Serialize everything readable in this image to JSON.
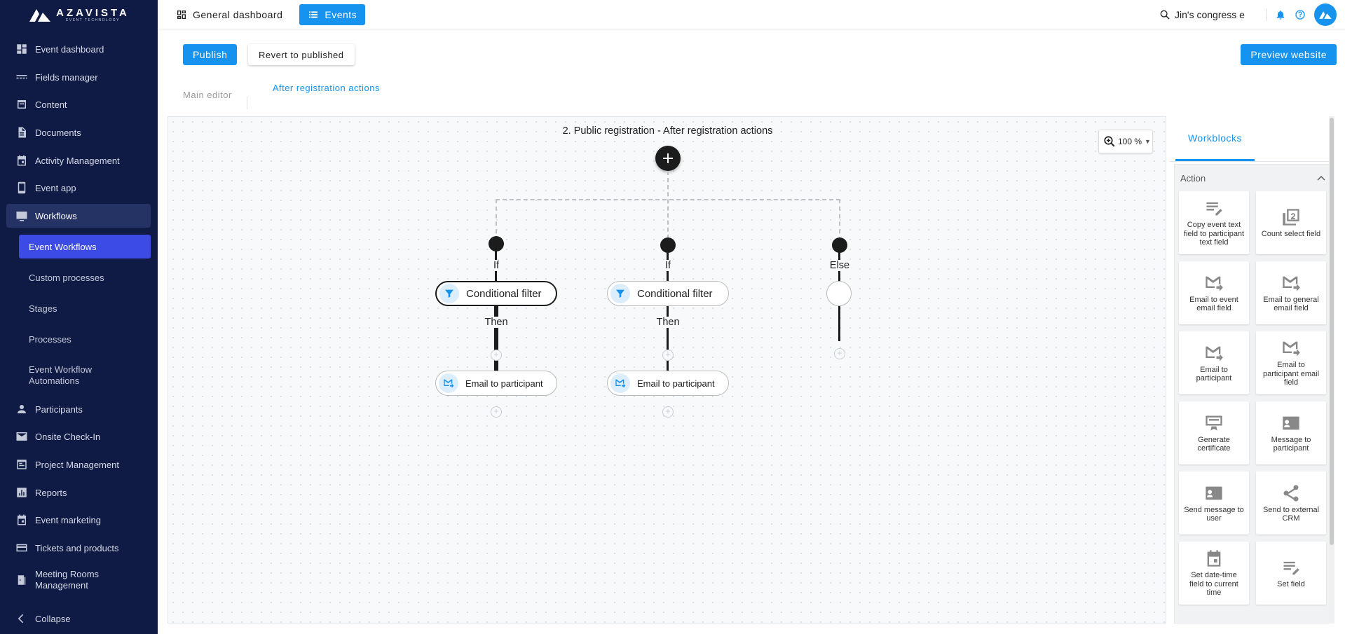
{
  "brand": {
    "name": "AZAVISTA",
    "tagline": "EVENT TECHNOLOGY"
  },
  "sidebar": {
    "items": [
      {
        "label": "Event dashboard",
        "icon": "dashboard-icon"
      },
      {
        "label": "Fields manager",
        "icon": "fields-icon"
      },
      {
        "label": "Content",
        "icon": "content-icon"
      },
      {
        "label": "Documents",
        "icon": "document-icon"
      },
      {
        "label": "Activity Management",
        "icon": "calendar-icon"
      },
      {
        "label": "Event app",
        "icon": "phone-icon"
      },
      {
        "label": "Workflows",
        "icon": "workflow-icon"
      },
      {
        "label": "Participants",
        "icon": "person-icon"
      },
      {
        "label": "Onsite Check-In",
        "icon": "mail-icon"
      },
      {
        "label": "Project Management",
        "icon": "project-icon"
      },
      {
        "label": "Reports",
        "icon": "chart-icon"
      },
      {
        "label": "Event marketing",
        "icon": "calendar-icon"
      },
      {
        "label": "Tickets and products",
        "icon": "ticket-icon"
      },
      {
        "label": "Meeting Rooms Management",
        "icon": "room-icon"
      }
    ],
    "sub_items": [
      {
        "label": "Event Workflows"
      },
      {
        "label": "Custom processes"
      },
      {
        "label": "Stages"
      },
      {
        "label": "Processes"
      },
      {
        "label": "Event Workflow Automations"
      }
    ],
    "collapse_label": "Collapse"
  },
  "topbar": {
    "general_dashboard": "General dashboard",
    "events": "Events",
    "search_value": "Jin's congress e"
  },
  "actions": {
    "publish": "Publish",
    "revert": "Revert to published",
    "preview": "Preview website"
  },
  "tabs": {
    "main": "Main editor",
    "after": "After registration actions"
  },
  "canvas": {
    "title": "2. Public registration - After registration actions",
    "zoom": "100 %",
    "branches": [
      {
        "condition_label": "If",
        "node": "Conditional filter",
        "then_label": "Then",
        "action": "Email to participant"
      },
      {
        "condition_label": "If",
        "node": "Conditional filter",
        "then_label": "Then",
        "action": "Email to participant"
      },
      {
        "condition_label": "Else"
      }
    ]
  },
  "panel": {
    "tab": "Workblocks",
    "section": "Action",
    "blocks": [
      {
        "label": "Copy event text field to participant text field",
        "icon": "copy-text-icon"
      },
      {
        "label": "Count select field",
        "icon": "count-icon"
      },
      {
        "label": "Email to event email field",
        "icon": "email-forward-icon"
      },
      {
        "label": "Email to general email field",
        "icon": "email-forward-icon"
      },
      {
        "label": "Email to participant",
        "icon": "email-forward-icon"
      },
      {
        "label": "Email to participant email field",
        "icon": "email-forward-icon"
      },
      {
        "label": "Generate certificate",
        "icon": "certificate-icon"
      },
      {
        "label": "Message to participant",
        "icon": "contact-card-icon"
      },
      {
        "label": "Send message to user",
        "icon": "contact-card-icon"
      },
      {
        "label": "Send to external CRM",
        "icon": "share-icon"
      },
      {
        "label": "Set date-time field to current time",
        "icon": "calendar-icon"
      },
      {
        "label": "Set field",
        "icon": "edit-text-icon"
      }
    ]
  },
  "colors": {
    "sidebar": "#0f1a45",
    "accent": "#1593ee",
    "active_sub": "#3c4be6"
  }
}
